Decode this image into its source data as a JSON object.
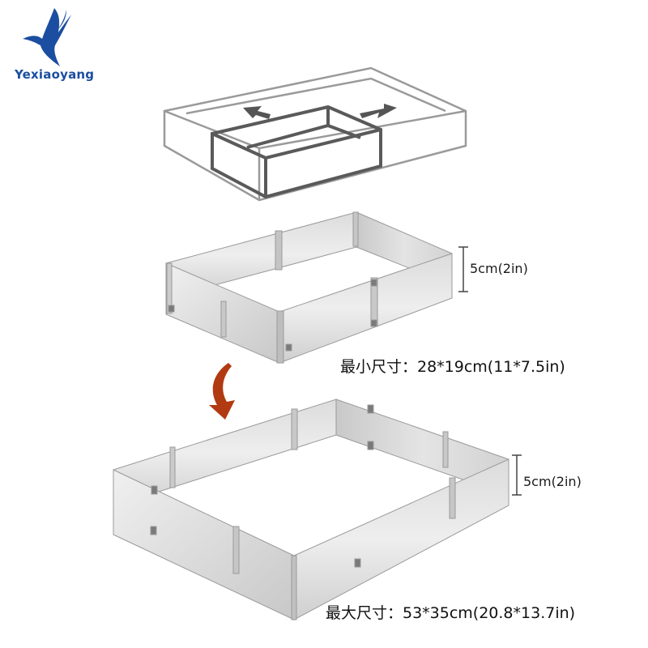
{
  "brand": {
    "name": "Yexiaoyang",
    "color": "#1b4ea0"
  },
  "diagram": {
    "height_label_small": "5cm(2in)",
    "height_label_large": "5cm(2in)",
    "min_size_label": "最小尺寸：28*19cm(11*7.5in)",
    "max_size_label": "最大尺寸：53*35cm(20.8*13.7in)"
  },
  "colors": {
    "outline": "#666666",
    "outline_light": "#9a9a9a",
    "metal_light": "#e6e6e6",
    "metal_mid": "#cfcfcf",
    "metal_dark": "#b4b4b4",
    "arrow": "#b13a12"
  },
  "icons": [
    "bird-logo-icon",
    "expand-arrow-icon",
    "curved-down-arrow-icon"
  ]
}
